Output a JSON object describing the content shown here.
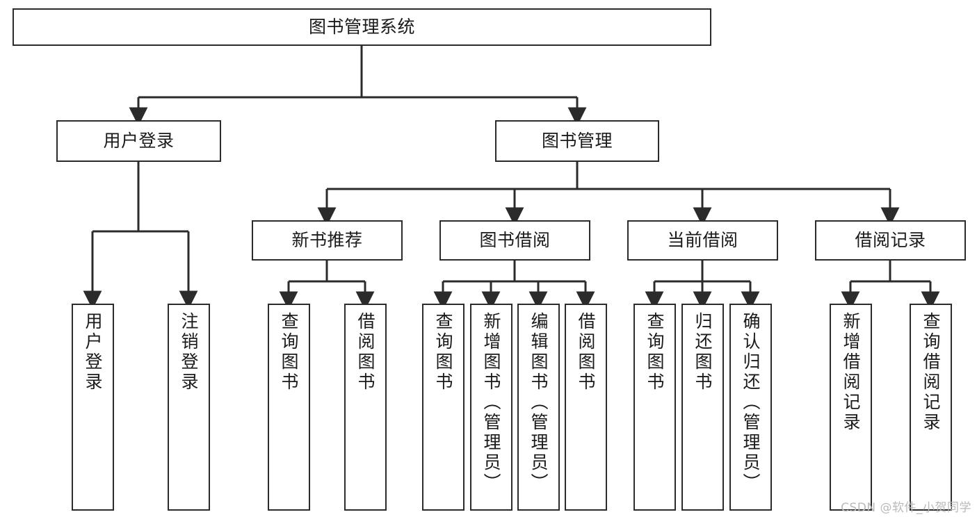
{
  "diagram": {
    "title": "图书管理系统",
    "type": "tree-hierarchy-chart",
    "watermark": "CSDN @软件_小贺同学",
    "colors": {
      "background": "#ffffff",
      "box_border": "#2b2b2b",
      "box_fill": "#ffffff",
      "text": "#1a1a1a",
      "edge": "#2b2b2b",
      "watermark": "#b9b9b9"
    },
    "nodes": {
      "root": {
        "label": "图书管理系统",
        "orientation": "horizontal"
      },
      "level2": [
        {
          "id": "user-login",
          "label": "用户登录",
          "orientation": "horizontal"
        },
        {
          "id": "book-manage",
          "label": "图书管理",
          "orientation": "horizontal"
        }
      ],
      "level3": [
        {
          "id": "new-book-recommend",
          "label": "新书推荐",
          "orientation": "horizontal"
        },
        {
          "id": "book-borrow",
          "label": "图书借阅",
          "orientation": "horizontal"
        },
        {
          "id": "current-borrow",
          "label": "当前借阅",
          "orientation": "horizontal"
        },
        {
          "id": "borrow-record",
          "label": "借阅记录",
          "orientation": "horizontal"
        }
      ],
      "leaves": [
        {
          "id": "leaf-user-login",
          "label": "用户登录",
          "parent": "user-login",
          "orientation": "vertical"
        },
        {
          "id": "leaf-logout-login",
          "label": "注销登录",
          "parent": "user-login",
          "orientation": "vertical"
        },
        {
          "id": "leaf-query-book-1",
          "label": "查询图书",
          "parent": "new-book-recommend",
          "orientation": "vertical"
        },
        {
          "id": "leaf-borrow-book-1",
          "label": "借阅图书",
          "parent": "new-book-recommend",
          "orientation": "vertical"
        },
        {
          "id": "leaf-query-book-2",
          "label": "查询图书",
          "parent": "book-borrow",
          "orientation": "vertical"
        },
        {
          "id": "leaf-add-book",
          "label": "新增图书（管理员）",
          "parent": "book-borrow",
          "orientation": "vertical"
        },
        {
          "id": "leaf-edit-book",
          "label": "编辑图书（管理员）",
          "parent": "book-borrow",
          "orientation": "vertical"
        },
        {
          "id": "leaf-borrow-book-2",
          "label": "借阅图书",
          "parent": "book-borrow",
          "orientation": "vertical"
        },
        {
          "id": "leaf-query-book-3",
          "label": "查询图书",
          "parent": "current-borrow",
          "orientation": "vertical"
        },
        {
          "id": "leaf-return-book",
          "label": "归还图书",
          "parent": "current-borrow",
          "orientation": "vertical"
        },
        {
          "id": "leaf-confirm-return",
          "label": "确认归还（管理员）",
          "parent": "current-borrow",
          "orientation": "vertical"
        },
        {
          "id": "leaf-add-record",
          "label": "新增借阅记录",
          "parent": "borrow-record",
          "orientation": "vertical"
        },
        {
          "id": "leaf-query-record",
          "label": "查询借阅记录",
          "parent": "borrow-record",
          "orientation": "vertical"
        }
      ]
    }
  }
}
